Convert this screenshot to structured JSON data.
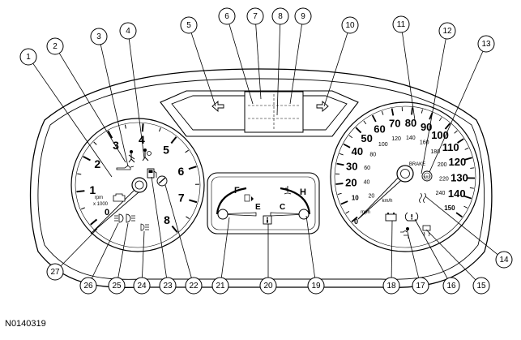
{
  "figure_id": "N0140319",
  "callouts": [
    "1",
    "2",
    "3",
    "4",
    "5",
    "6",
    "7",
    "8",
    "9",
    "10",
    "11",
    "12",
    "13",
    "14",
    "15",
    "16",
    "17",
    "18",
    "19",
    "20",
    "21",
    "22",
    "23",
    "24",
    "25",
    "26",
    "27"
  ],
  "tachometer": {
    "numbers": [
      "1",
      "2",
      "3",
      "4",
      "5",
      "6",
      "7",
      "8"
    ],
    "unit_line1": "rpm",
    "unit_line2": "x 1000",
    "zero": "0"
  },
  "speedometer": {
    "mph_numbers": [
      "10",
      "20",
      "30",
      "40",
      "50",
      "60",
      "70",
      "80",
      "90",
      "100",
      "110",
      "120",
      "130",
      "140",
      "150"
    ],
    "kmh_numbers": [
      "20",
      "40",
      "60",
      "80",
      "100",
      "120",
      "140",
      "160",
      "180",
      "200",
      "220",
      "240"
    ],
    "unit_mph": "mph",
    "unit_kmh": "km/h",
    "brake_label": "BRAKE",
    "zero": "0"
  },
  "fuel_gauge": {
    "full": "F",
    "empty": "E"
  },
  "temp_gauge": {
    "hot": "H",
    "cold": "C"
  },
  "icons": [
    "oil-pressure-icon",
    "seatbelt-icon",
    "airbag-icon",
    "fuel-door-icon",
    "service-engine-icon",
    "check-engine-icon",
    "fog-lamp-icon",
    "headlamp-icon",
    "high-beam-icon",
    "battery-icon",
    "tire-pressure-icon",
    "stability-control-icon",
    "abs-icon",
    "traction-icon",
    "info-icon",
    "arrow-left-icon",
    "arrow-right-icon"
  ]
}
